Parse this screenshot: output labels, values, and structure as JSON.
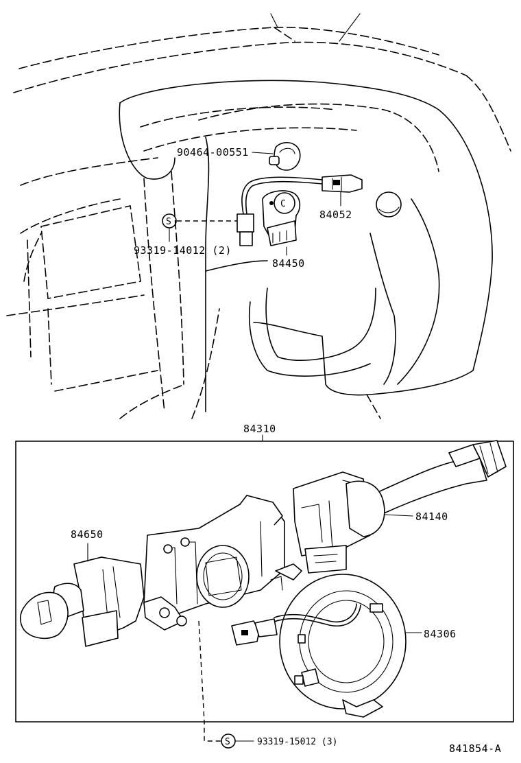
{
  "parts": {
    "clamp": "90464-00551",
    "connector_84052": "84052",
    "switch_84450": "84450",
    "screw_upper": "93319-14012 (2)",
    "assembly": "84310",
    "lever_84140": "84140",
    "lever_84650": "84650",
    "spiral_cable": "84306",
    "screw_lower": "93319-15012 (3)"
  },
  "symbols": {
    "screw_symbol": "S"
  },
  "figure_id": "841854-A"
}
